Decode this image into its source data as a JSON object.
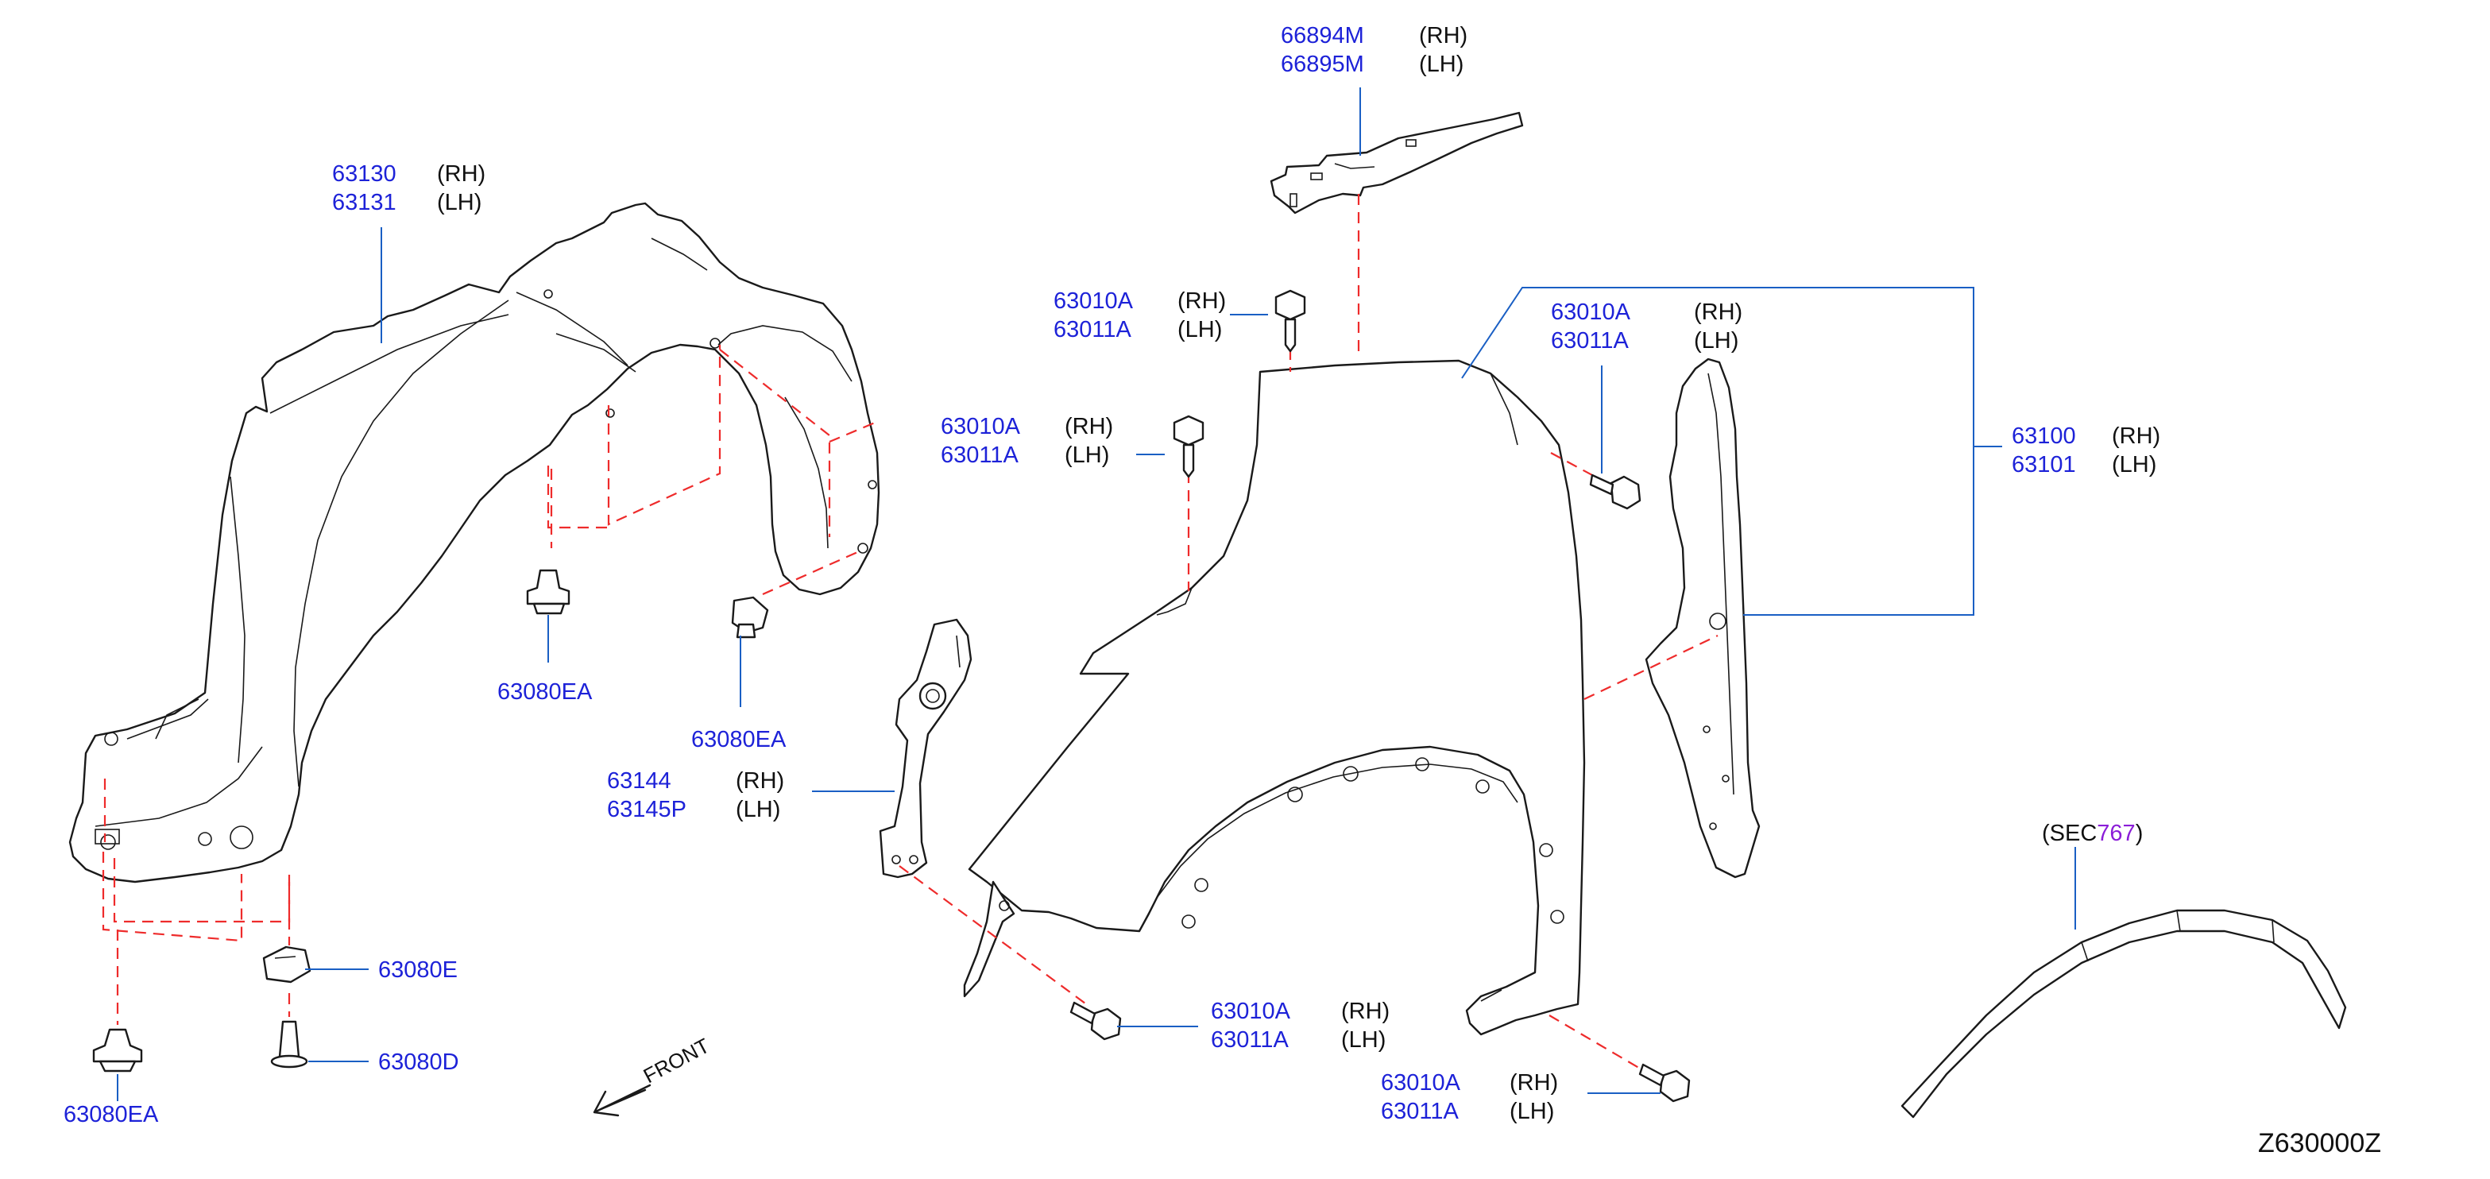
{
  "callouts": {
    "c66894": {
      "part": "66894M",
      "side": "(RH)"
    },
    "c66895": {
      "part": "66895M",
      "side": "(LH)"
    },
    "c63130": {
      "part": "63130",
      "side": "(RH)"
    },
    "c63131": {
      "part": "63131",
      "side": "(LH)"
    },
    "c63010_a": {
      "part": "63010A",
      "side": "(RH)"
    },
    "c63011_a": {
      "part": "63011A",
      "side": "(LH)"
    },
    "c63010_b": {
      "part": "63010A",
      "side": "(RH)"
    },
    "c63011_b": {
      "part": "63011A",
      "side": "(LH)"
    },
    "c63010_c": {
      "part": "63010A",
      "side": "(RH)"
    },
    "c63011_c": {
      "part": "63011A",
      "side": "(LH)"
    },
    "c63010_d": {
      "part": "63010A",
      "side": "(RH)"
    },
    "c63011_d": {
      "part": "63011A",
      "side": "(LH)"
    },
    "c63010_e": {
      "part": "63010A",
      "side": "(RH)"
    },
    "c63011_e": {
      "part": "63011A",
      "side": "(LH)"
    },
    "c63100": {
      "part": "63100",
      "side": "(RH)"
    },
    "c63101": {
      "part": "63101",
      "side": "(LH)"
    },
    "c63144": {
      "part": "63144",
      "side": "(RH)"
    },
    "c63145": {
      "part": "63145P",
      "side": "(LH)"
    },
    "c63080ea_a": {
      "part": "63080EA"
    },
    "c63080ea_b": {
      "part": "63080EA"
    },
    "c63080ea_c": {
      "part": "63080EA"
    },
    "c63080e": {
      "part": "63080E"
    },
    "c63080d": {
      "part": "63080D"
    }
  },
  "section_ref": {
    "open": "(SEC",
    "number": "767",
    "close": ")"
  },
  "front_label": "FRONT",
  "diagram_id": "Z630000Z",
  "colors": {
    "part_number": "#1d22d8",
    "leader": "#1a5fc4",
    "dashed": "#ee2b2b",
    "section_number": "#8b1dd8",
    "line": "#1a1a1a"
  }
}
